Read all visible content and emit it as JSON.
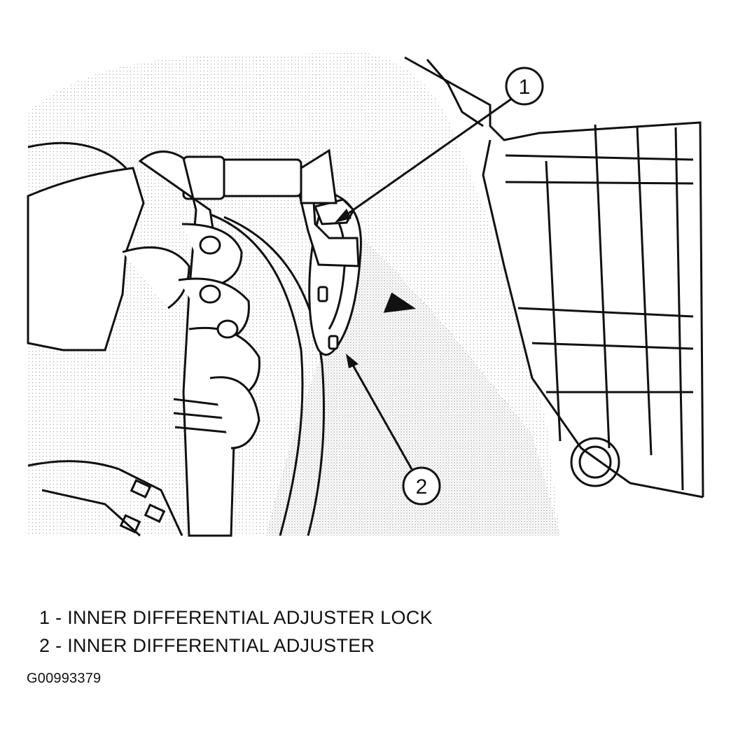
{
  "callouts": [
    {
      "number": "1",
      "text": "INNER DIFFERENTIAL ADJUSTER LOCK"
    },
    {
      "number": "2",
      "text": "INNER DIFFERENTIAL ADJUSTER"
    }
  ],
  "legend": [
    "1 - INNER DIFFERENTIAL ADJUSTER LOCK",
    "2 - INNER DIFFERENTIAL ADJUSTER"
  ],
  "figure_id": "G00993379",
  "colors": {
    "ink": "#111111",
    "shading": "#c8c8c8",
    "background": "#ffffff"
  }
}
